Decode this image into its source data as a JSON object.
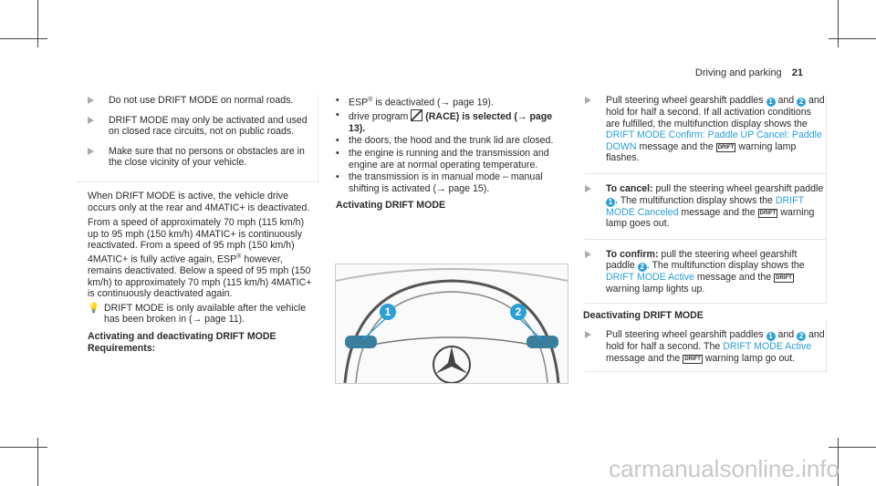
{
  "header": {
    "section": "Driving and parking",
    "page": "21"
  },
  "left": {
    "notes": [
      "Do not use DRIFT MODE on normal roads.",
      "DRIFT MODE may only be activated and used on closed race circuits, not on public roads.",
      "Make sure that no persons or obstacles are in the close vicinity of your vehicle."
    ],
    "para1": "When DRIFT MODE is active, the vehicle drive occurs only at the rear and 4MATIC+ is deactivated.",
    "para2a": "From a speed of approximately 70 mph (115 km/h) up to 95 mph (150 km/h) 4MATIC+ is continuously reactivated. From a speed of 95 mph (150 km/h) 4MATIC+ is fully active again, ESP",
    "para2b": " however, remains deactivated. Below a speed of 95 mph (150 km/h) to approximately 70 mph (115 km/h) 4MATIC+ is continuously deactivated again.",
    "reg": "®",
    "info_icon": "lightbulb-icon",
    "info": "DRIFT MODE is only available after the vehicle has been broken in (→ page 11).",
    "heading": "Activating and deactivating DRIFT MODE",
    "req": "Requirements:"
  },
  "middle": {
    "b1a": "ESP",
    "b1b": " is deactivated (→ page 19).",
    "b2a": "drive program ",
    "b2b": " (RACE) is selected (→ page 13).",
    "b3": "the doors, the hood and the trunk lid are closed.",
    "b4": "the engine is running and the transmission and engine are at normal operating temperature.",
    "b5": "the transmission is in manual mode – manual shifting is activated (→ page 15).",
    "heading": "Activating DRIFT MODE",
    "callout1": "1",
    "callout2": "2"
  },
  "right": {
    "s1a": "Pull steering wheel gearshift paddles ",
    "s1b": " and ",
    "s1c": " and hold for half a second. If all activation conditions are fulfilled, the multifunction display shows the ",
    "s1msg": "DRIFT MODE Confirm: Paddle UP Cancel: Paddle DOWN",
    "s1d": " message and the ",
    "s1e": " warning lamp flashes.",
    "cancel_label": "To cancel:",
    "s2a": " pull the steering wheel gearshift paddle ",
    "s2b": ". The multifunction display shows the ",
    "s2msg": "DRIFT MODE Canceled",
    "s2c": " message and the ",
    "s2d": " warning lamp goes out.",
    "confirm_label": "To confirm:",
    "s3a": " pull the steering wheel gearshift paddle ",
    "s3b": ". The multifunction display shows the ",
    "s3msg": "DRIFT MODE Active",
    "s3c": " message and the ",
    "s3d": " warning lamp lights up.",
    "heading": "Deactivating DRIFT MODE",
    "s4a": "Pull steering wheel gearshift paddles ",
    "s4b": " and ",
    "s4c": " and hold for half a second. The ",
    "s4msg": "DRIFT MODE Active",
    "s4d": " message and the ",
    "s4e": " warning lamp go out.",
    "n1": "1",
    "n2": "2",
    "drift_badge": "DRIFT"
  },
  "footer": {
    "watermark": "carmanualsonline.info"
  }
}
